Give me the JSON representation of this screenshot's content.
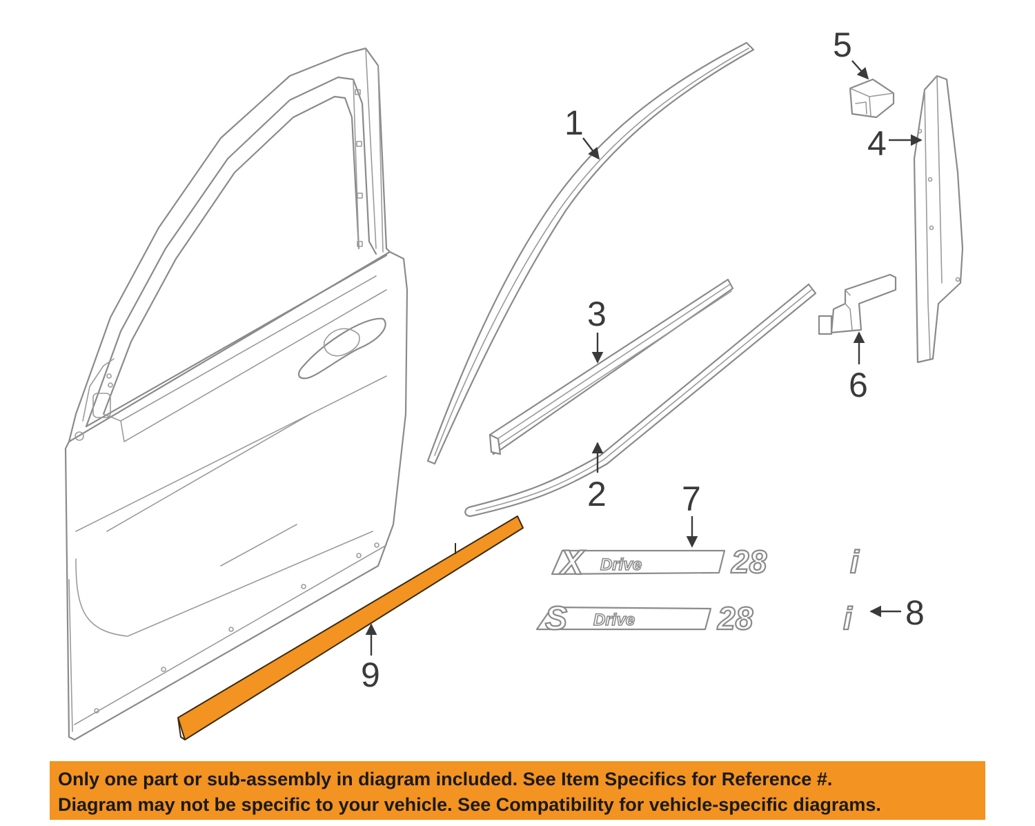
{
  "callouts": [
    {
      "number": "1",
      "part": "door frame molding"
    },
    {
      "number": "2",
      "part": "belt molding"
    },
    {
      "number": "3",
      "part": "belt weatherstrip"
    },
    {
      "number": "4",
      "part": "pillar applique"
    },
    {
      "number": "5",
      "part": "clip"
    },
    {
      "number": "6",
      "part": "bracket"
    },
    {
      "number": "7",
      "part": "xDrive28i emblem"
    },
    {
      "number": "8",
      "part": "sDrive28i emblem"
    },
    {
      "number": "9",
      "part": "rocker molding"
    }
  ],
  "emblems": {
    "xdrive": {
      "prefix": "X",
      "drive": "Drive",
      "model": "28",
      "suffix": "i"
    },
    "sdrive": {
      "prefix": "S",
      "drive": "Drive",
      "model": "28",
      "suffix": "i"
    }
  },
  "highlight_color": "#f39321",
  "disclaimer": {
    "line1": "Only one part or sub-assembly in diagram included. See Item Specifics for Reference #.",
    "line2": "Diagram may not be specific to your vehicle. See Compatibility for vehicle-specific diagrams."
  }
}
